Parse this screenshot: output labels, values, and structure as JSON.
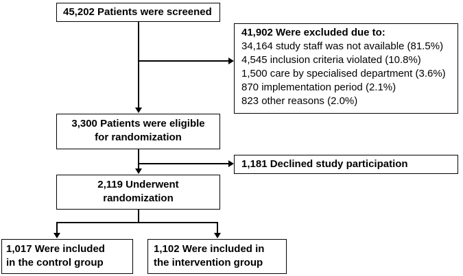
{
  "screened": "45,202 Patients were screened",
  "excluded": {
    "title": "41,902 Were excluded due to:",
    "reasons": [
      "34,164 study staff was not available (81.5%)",
      "4,545 inclusion criteria violated (10.8%)",
      "1,500 care by specialised department (3.6%)",
      "870 implementation period (2.1%)",
      "823 other reasons (2.0%)"
    ]
  },
  "eligible": {
    "line1": "3,300 Patients were eligible",
    "line2": "for randomization"
  },
  "declined": "1,181 Declined study participation",
  "randomized": {
    "line1": "2,119 Underwent",
    "line2": "randomization"
  },
  "control": {
    "line1": "1,017 Were included",
    "line2": "in the control group"
  },
  "intervention": {
    "line1": "1,102 Were included in",
    "line2": "the intervention group"
  }
}
